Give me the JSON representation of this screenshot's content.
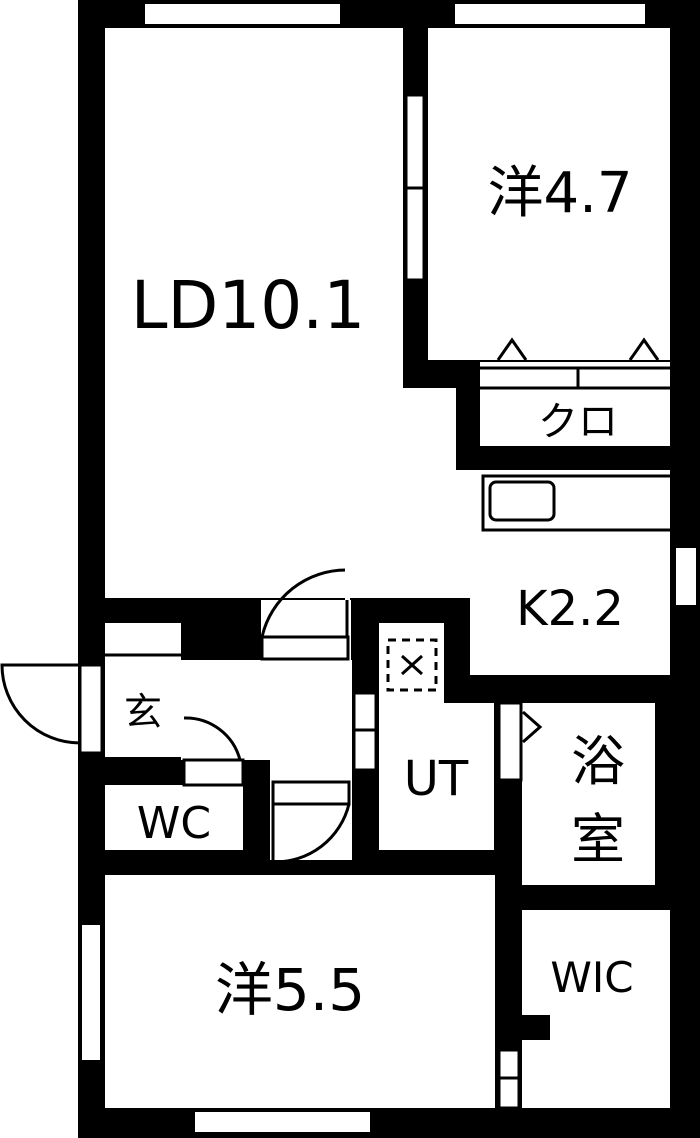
{
  "floor_plan": {
    "rooms": {
      "ld": "LD10.1",
      "western_room_1": "洋4.7",
      "closet": "クロ",
      "kitchen": "K2.2",
      "entrance": "玄",
      "toilet": "WC",
      "utility": "UT",
      "bath_1": "浴",
      "bath_2": "室",
      "western_room_2": "洋5.5",
      "walk_in_closet": "WIC"
    },
    "colors": {
      "wall": "#000000",
      "floor": "#ffffff"
    }
  }
}
